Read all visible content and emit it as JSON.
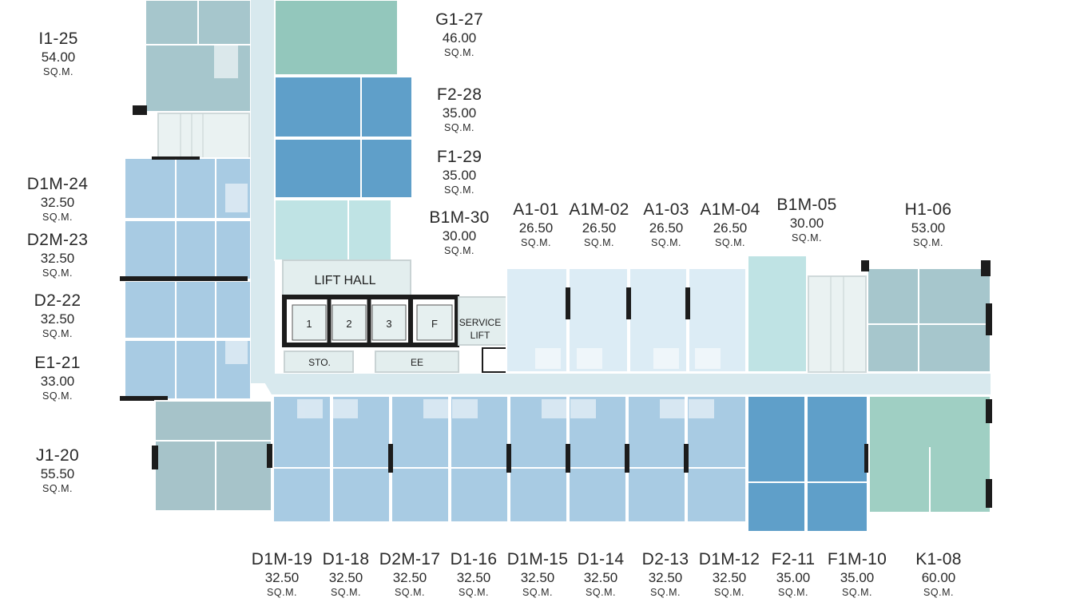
{
  "colors": {
    "teal": "#9fc6d0",
    "mint": "#9fcfc3",
    "blue_dark": "#5e9fc8",
    "blue_mid": "#8fbfe0",
    "blue_light": "#a9cde8",
    "blue_pale": "#dcecf5",
    "aqua_light": "#bfe2e6",
    "grey_green": "#a9c3c9",
    "corridor": "#d9eaee",
    "wall": "#1c1c1c"
  },
  "area_unit": "SQ.M.",
  "core": {
    "lift_hall": "LIFT HALL",
    "lifts": [
      "1",
      "2",
      "3",
      "F"
    ],
    "service_lift_line1": "SERVICE",
    "service_lift_line2": "LIFT",
    "sto": "STO.",
    "ee": "EE"
  },
  "units": [
    {
      "code": "I1-25",
      "area": "54.00"
    },
    {
      "code": "G1-27",
      "area": "46.00"
    },
    {
      "code": "F2-28",
      "area": "35.00"
    },
    {
      "code": "F1-29",
      "area": "35.00"
    },
    {
      "code": "B1M-30",
      "area": "30.00"
    },
    {
      "code": "D1M-24",
      "area": "32.50"
    },
    {
      "code": "D2M-23",
      "area": "32.50"
    },
    {
      "code": "D2-22",
      "area": "32.50"
    },
    {
      "code": "E1-21",
      "area": "33.00"
    },
    {
      "code": "J1-20",
      "area": "55.50"
    },
    {
      "code": "A1-01",
      "area": "26.50"
    },
    {
      "code": "A1M-02",
      "area": "26.50"
    },
    {
      "code": "A1-03",
      "area": "26.50"
    },
    {
      "code": "A1M-04",
      "area": "26.50"
    },
    {
      "code": "B1M-05",
      "area": "30.00"
    },
    {
      "code": "H1-06",
      "area": "53.00"
    },
    {
      "code": "D1M-19",
      "area": "32.50"
    },
    {
      "code": "D1-18",
      "area": "32.50"
    },
    {
      "code": "D2M-17",
      "area": "32.50"
    },
    {
      "code": "D1-16",
      "area": "32.50"
    },
    {
      "code": "D1M-15",
      "area": "32.50"
    },
    {
      "code": "D1-14",
      "area": "32.50"
    },
    {
      "code": "D2-13",
      "area": "32.50"
    },
    {
      "code": "D1M-12",
      "area": "32.50"
    },
    {
      "code": "F2-11",
      "area": "35.00"
    },
    {
      "code": "F1M-10",
      "area": "35.00"
    },
    {
      "code": "K1-08",
      "area": "60.00"
    }
  ]
}
